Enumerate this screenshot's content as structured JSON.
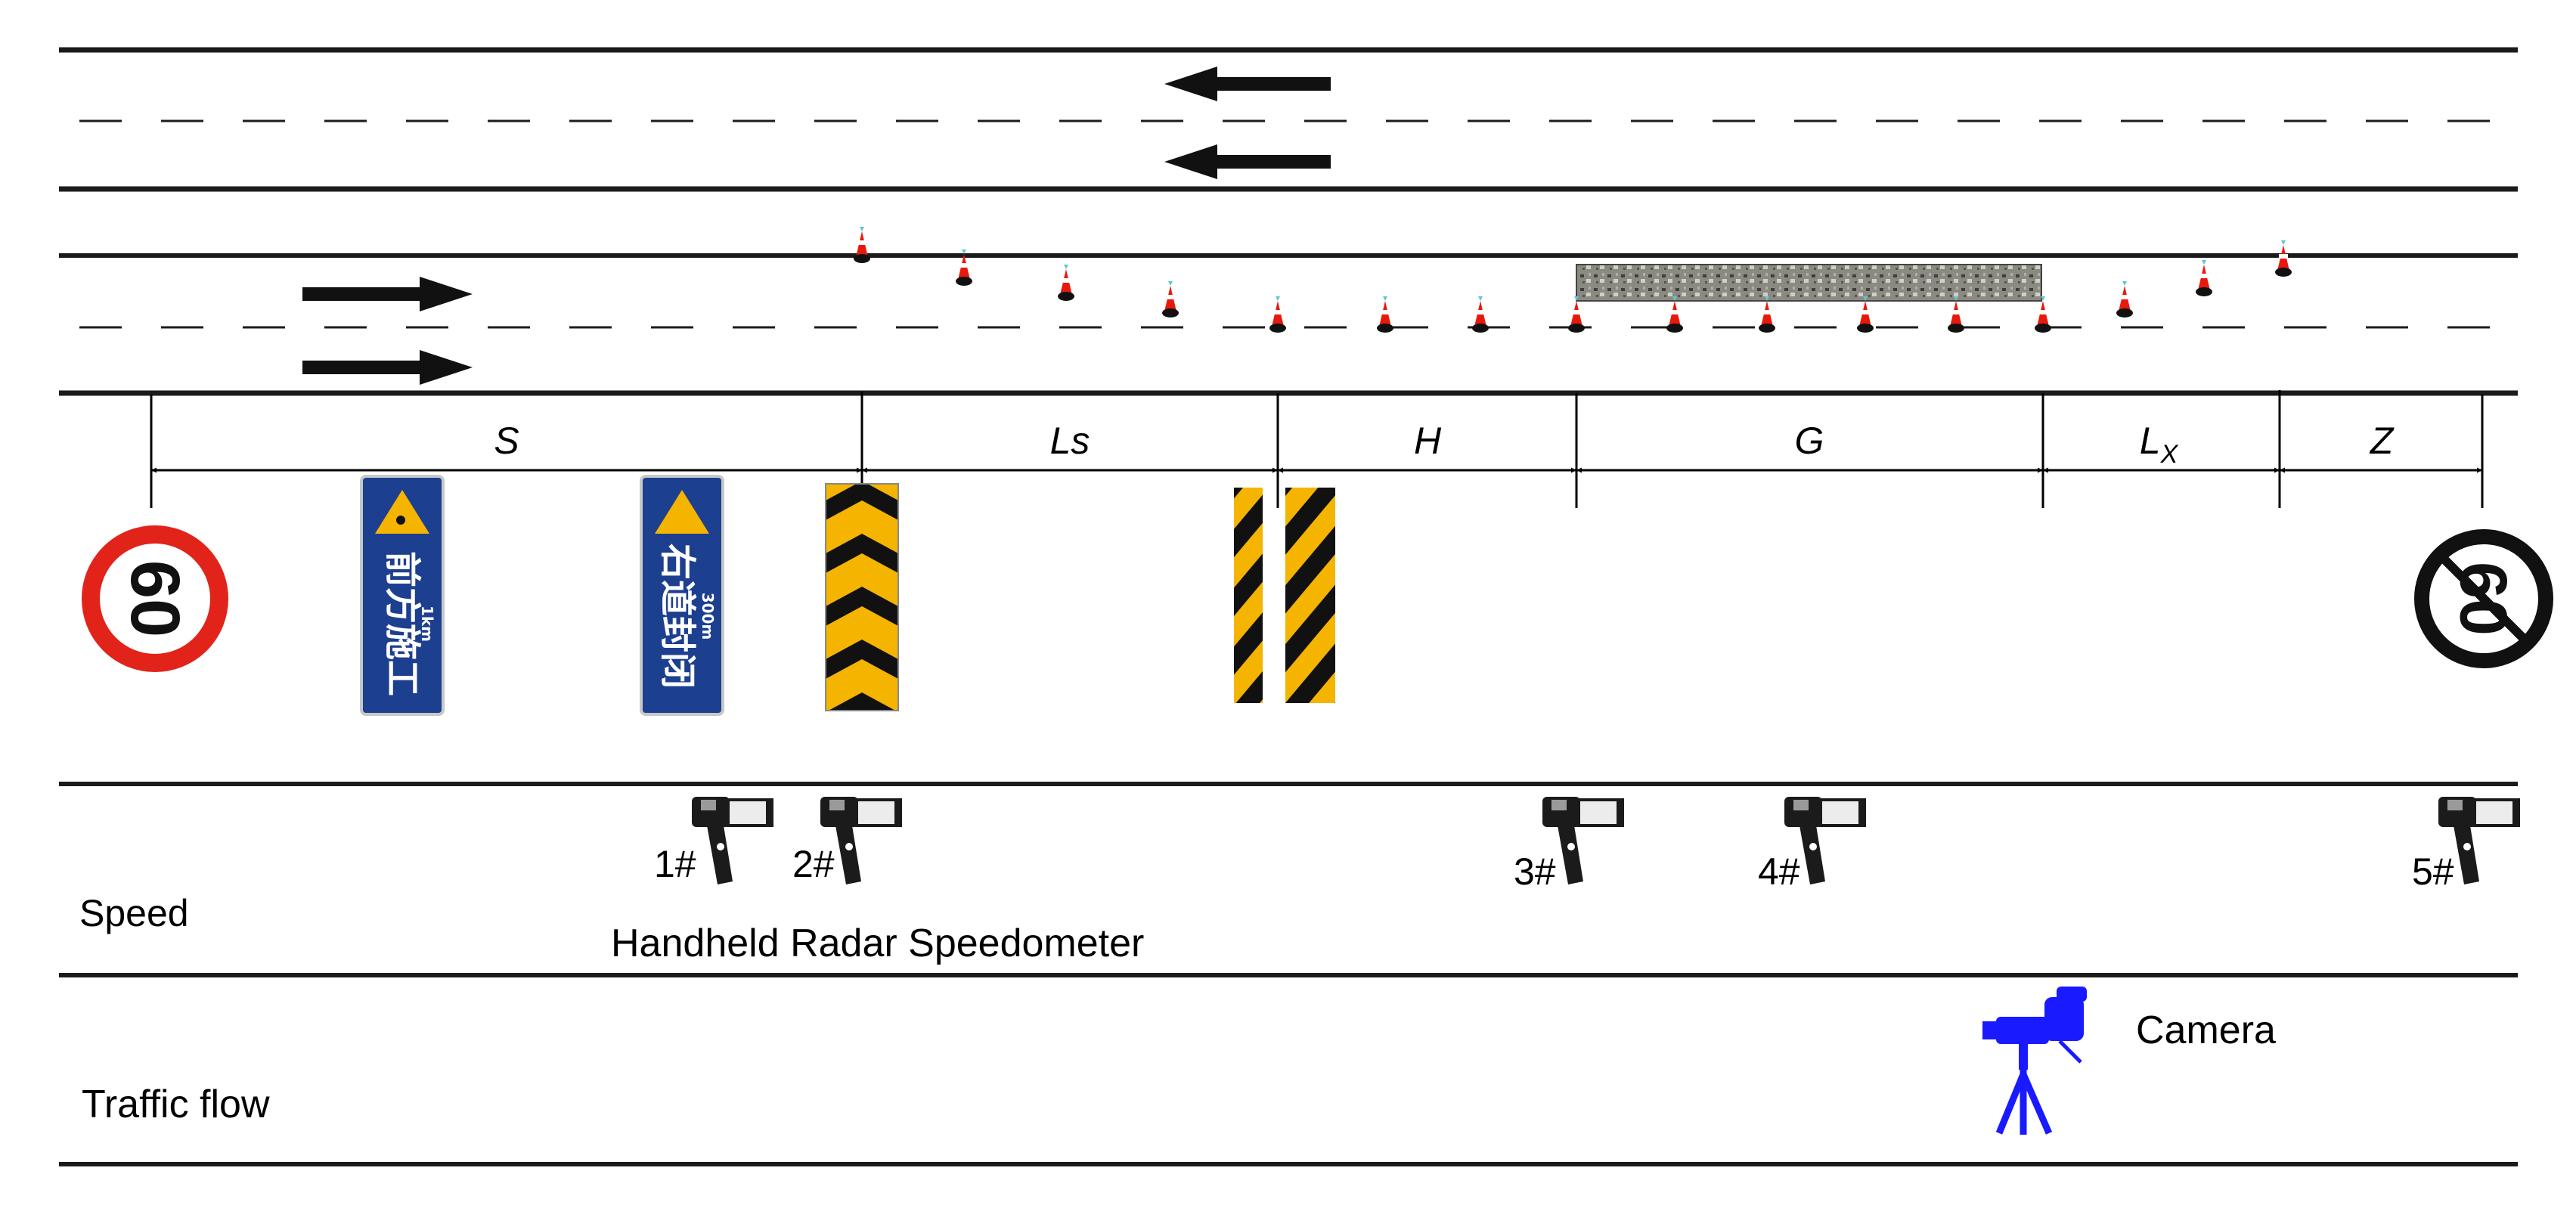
{
  "segments": [
    "S",
    "Ls",
    "H",
    "G",
    "L",
    "Z"
  ],
  "segment_subscripts": {
    "L": "X"
  },
  "speed_sign_value": "60",
  "end_sign_value": "60",
  "warning_sign_1": {
    "main": "前方施工",
    "sub": "1km"
  },
  "warning_sign_2": {
    "main": "右道封闭",
    "sub": "300m"
  },
  "radar_labels": [
    "1#",
    "2#",
    "3#",
    "4#",
    "5#"
  ],
  "speed_row_label": "Speed",
  "radar_caption": "Handheld Radar Speedometer",
  "traffic_row_label": "Traffic flow",
  "camera_label": "Camera",
  "colors": {
    "camera": "#1a1aff",
    "cone": "#e8190c",
    "stripe_yellow": "#f5b400",
    "sign_blue": "#1d3f8f",
    "ring_red": "#e2231a"
  }
}
